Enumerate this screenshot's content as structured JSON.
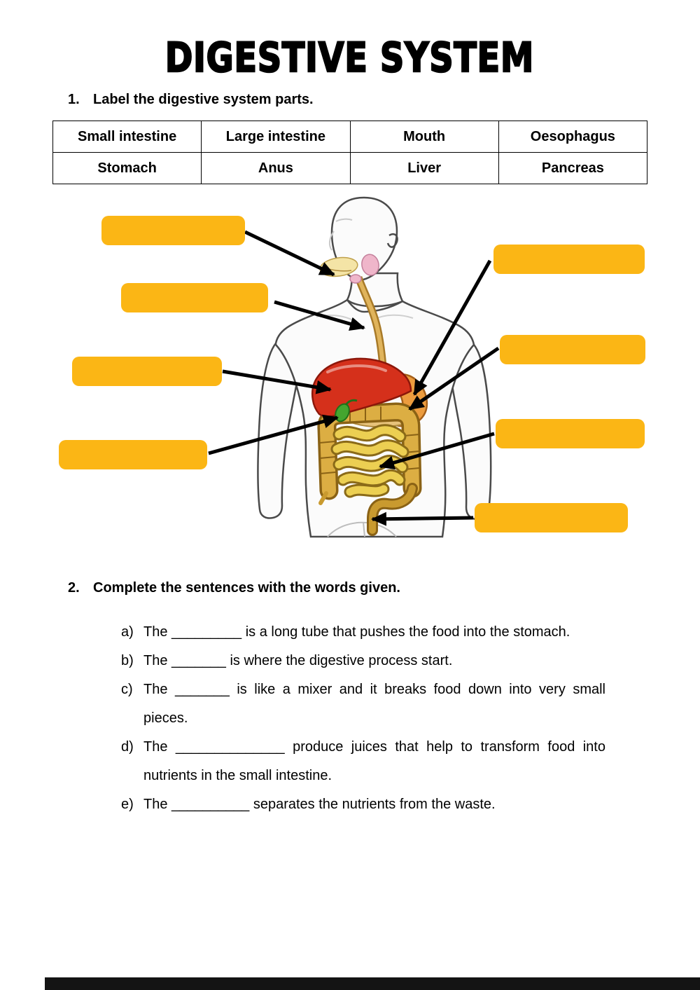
{
  "title": "DIGESTIVE SYSTEM",
  "section1": {
    "number": "1.",
    "heading": "Label the digestive system parts."
  },
  "word_bank": {
    "rows": [
      [
        "Small intestine",
        "Large intestine",
        "Mouth",
        "Oesophagus"
      ],
      [
        "Stomach",
        "Anus",
        "Liver",
        "Pancreas"
      ]
    ]
  },
  "diagram": {
    "box_color": "#FBB615",
    "arrow_color": "#000000",
    "boxes": [
      {
        "id": "box-1",
        "value": ""
      },
      {
        "id": "box-2",
        "value": ""
      },
      {
        "id": "box-3",
        "value": ""
      },
      {
        "id": "box-4",
        "value": ""
      },
      {
        "id": "box-5",
        "value": ""
      },
      {
        "id": "box-6",
        "value": ""
      },
      {
        "id": "box-7",
        "value": ""
      },
      {
        "id": "box-8",
        "value": ""
      }
    ]
  },
  "section2": {
    "number": "2.",
    "heading": "Complete the sentences with the words given."
  },
  "sentences": [
    {
      "label": "a)",
      "pre": "The ",
      "blank": "_________",
      "post": " is a long tube that pushes the food into the stomach."
    },
    {
      "label": "b)",
      "pre": "The ",
      "blank": "_______",
      "post": " is where the digestive process start."
    },
    {
      "label": "c)",
      "pre": "The ",
      "blank": "_______",
      "post": " is like a mixer and it breaks food down into very small pieces."
    },
    {
      "label": "d)",
      "pre": "The ",
      "blank": "______________",
      "post": " produce juices that help to transform food into nutrients in the small intestine."
    },
    {
      "label": "e)",
      "pre": "The ",
      "blank": "__________",
      "post": " separates the nutrients from the waste."
    }
  ]
}
